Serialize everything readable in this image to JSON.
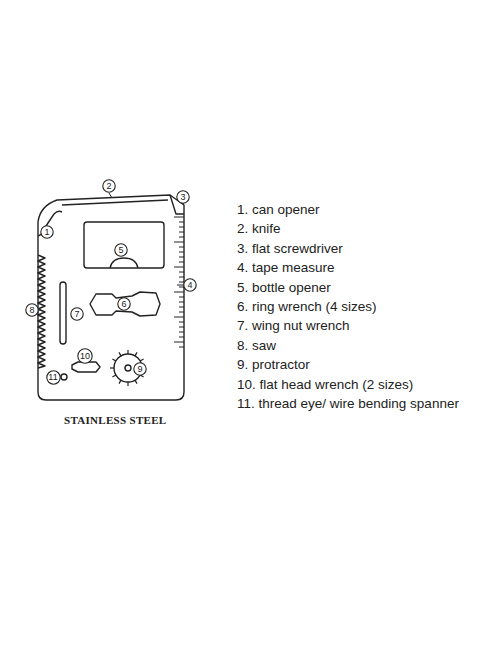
{
  "diagram": {
    "nodes": [
      {
        "text": [
          "2"
        ]
      },
      {
        "text": [
          "3"
        ]
      },
      {
        "text": [
          "1"
        ]
      },
      {
        "text": [
          "5"
        ]
      },
      {
        "text": [
          "4"
        ]
      },
      {
        "text": [
          "6"
        ]
      },
      {
        "text": [
          "8"
        ]
      },
      {
        "text": [
          "7"
        ]
      },
      {
        "text": [
          "10"
        ]
      },
      {
        "text": [
          "9"
        ]
      },
      {
        "text": [
          "11"
        ]
      }
    ],
    "labels": [
      "1. can opener",
      "2. knife",
      "3. flat screwdriver",
      "4. tape measure",
      "5. bottle opener",
      "6. ring wrench (4 sizes)",
      "7. wing nut wrench",
      "8. saw",
      "9. protractor",
      "10. flat head wrench (2 sizes)",
      "11. thread eye/ wire bending spanner",
      "STAINLESS STEEL"
    ]
  }
}
